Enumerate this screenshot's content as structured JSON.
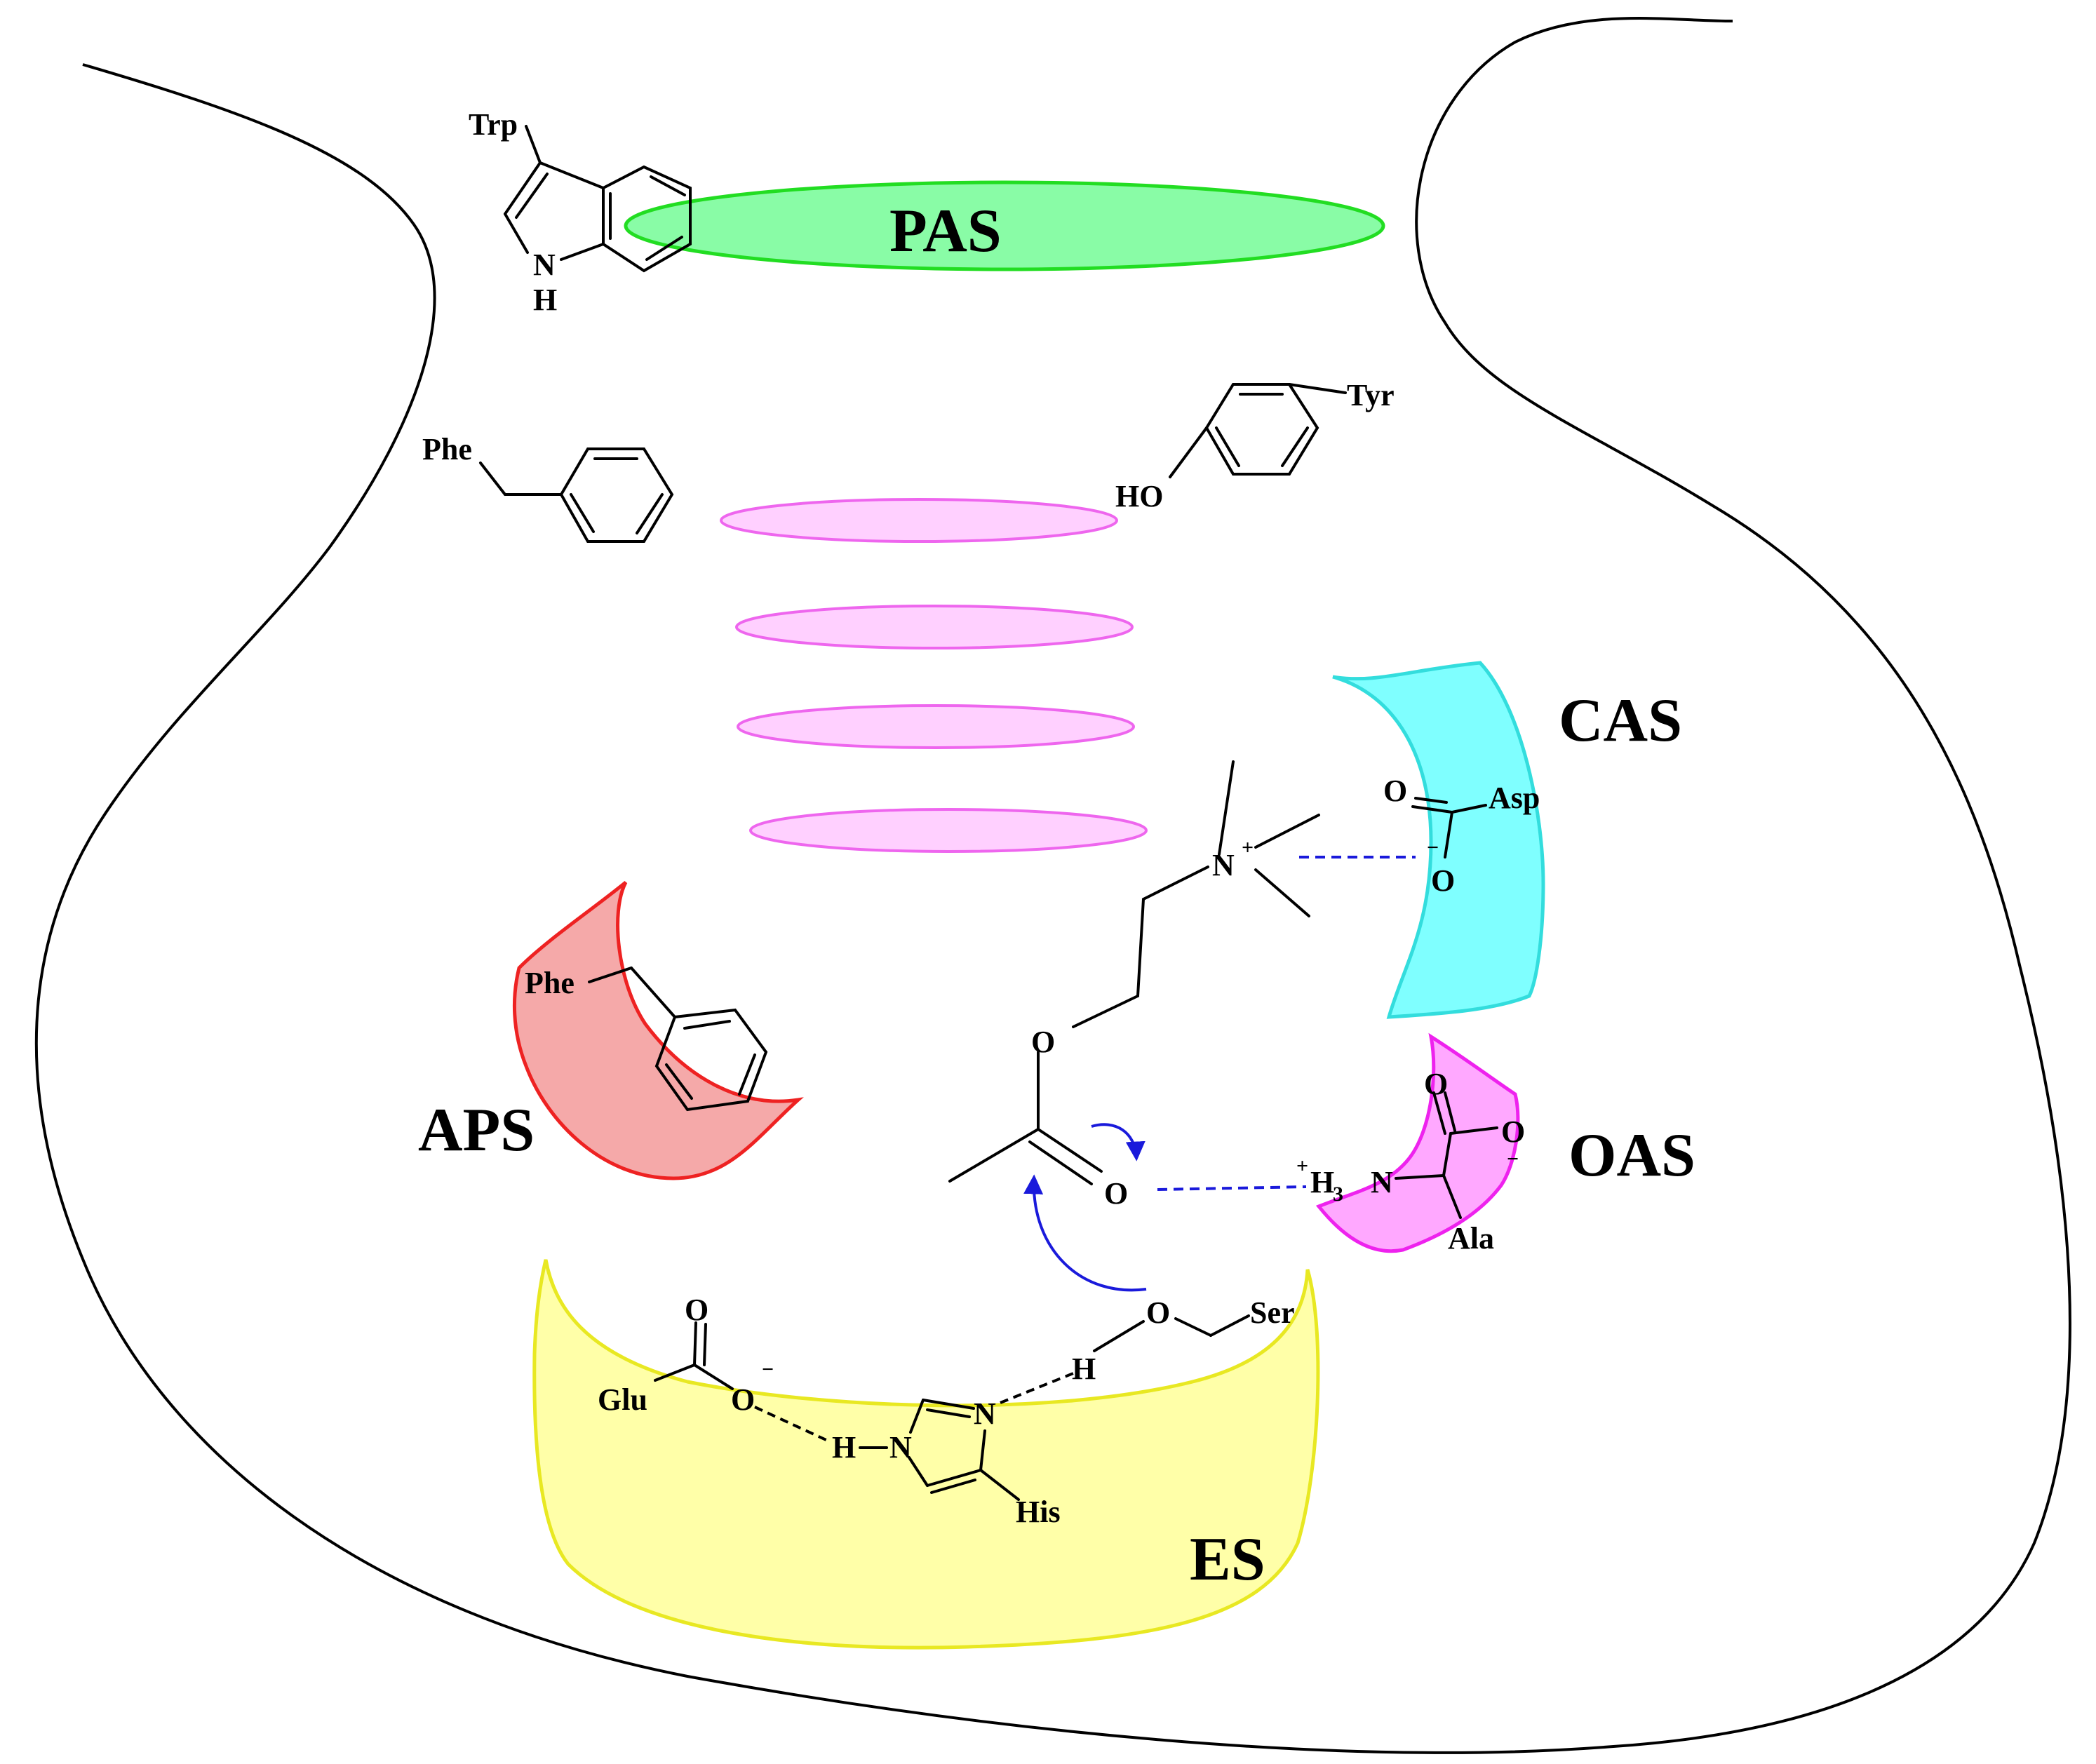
{
  "sites": {
    "pas": "PAS",
    "cas": "CAS",
    "aps": "APS",
    "oas": "OAS",
    "es": "ES"
  },
  "residues": {
    "trp": "Trp",
    "phe_top": "Phe",
    "tyr": "Tyr",
    "asp": "Asp",
    "phe_aps": "Phe",
    "ala": "Ala",
    "ser": "Ser",
    "glu": "Glu",
    "his": "His"
  },
  "atoms": {
    "indole_n": "N",
    "indole_h": "H",
    "tyr_ho": "HO",
    "asp_o_top": "O",
    "asp_o_bottom": "O",
    "asp_charge": "−",
    "ammonium_n": "N",
    "ammonium_charge": "+",
    "ester_o": "O",
    "carbonyl_o": "O",
    "ala_o_top": "O",
    "ala_o_right": "O",
    "ala_charge": "−",
    "ala_h3n_plus": "+",
    "ala_h": "H",
    "ala_sub3": "3",
    "ala_n": "N",
    "ser_o": "O",
    "ser_h": "H",
    "glu_o_top": "O",
    "glu_o_bottom": "O",
    "glu_charge": "−",
    "his_n_top": "N",
    "his_n_left": "N",
    "his_h": "H"
  },
  "colors": {
    "pas": "#7CFC9C",
    "cas": "#7FFFFF",
    "aps": "#F5A9A9",
    "oas": "#FFA8FF",
    "es": "#FFFFA8",
    "pi_stack": "#FFD0FF",
    "hbond": "#1a1adb"
  }
}
